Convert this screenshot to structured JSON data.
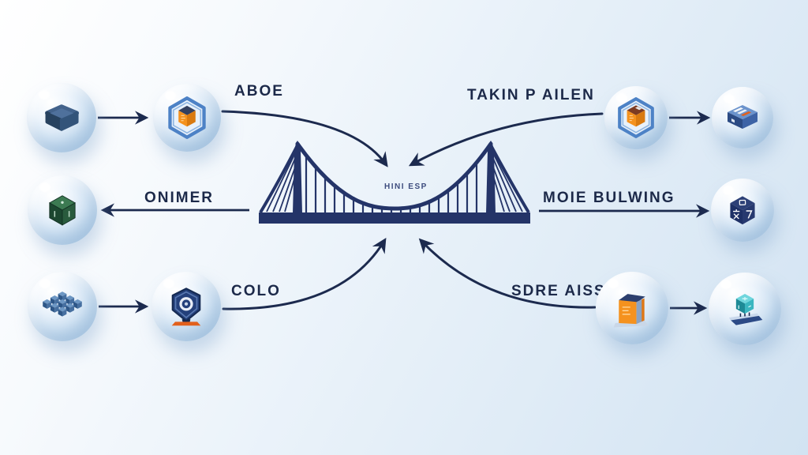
{
  "diagram": {
    "type": "flow-diagram",
    "center": {
      "symbol": "suspension-bridge",
      "label": "HINI ESP"
    },
    "labels": {
      "top_left": "ABOE",
      "top_right": "TAKIN P AILEN",
      "mid_left": "ONIMER",
      "mid_right": "MOIE BULWING",
      "bottom_left": "COLO",
      "bottom_right": "SDRE AISS"
    },
    "nodes": [
      {
        "id": "blue-box",
        "icon": "dark-blue-rounded-box-icon",
        "row": "top-left"
      },
      {
        "id": "orange-hex-box",
        "icon": "orange-cube-in-blue-hexagon-icon",
        "row": "top-left"
      },
      {
        "id": "orange-hex-package",
        "icon": "orange-package-in-blue-hexagon-icon",
        "row": "top-right"
      },
      {
        "id": "printer",
        "icon": "blue-printer-icon",
        "row": "top-right"
      },
      {
        "id": "green-cube",
        "icon": "green-cube-icon",
        "row": "middle-left"
      },
      {
        "id": "navy-glyph-cube",
        "icon": "navy-cube-with-glyphs-icon",
        "row": "middle-right"
      },
      {
        "id": "cube-cluster",
        "icon": "blue-cube-cluster-icon",
        "row": "bottom-left"
      },
      {
        "id": "hex-shield",
        "icon": "navy-hexagon-shield-icon",
        "row": "bottom-left"
      },
      {
        "id": "orange-lectern",
        "icon": "orange-lectern-icon",
        "row": "bottom-right"
      },
      {
        "id": "teal-chip",
        "icon": "teal-chip-on-book-icon",
        "row": "bottom-right"
      }
    ],
    "edges": [
      {
        "from": "blue-box",
        "to": "orange-hex-box",
        "style": "straight"
      },
      {
        "from": "orange-hex-box",
        "to": "bridge",
        "label": "ABOE",
        "style": "curved"
      },
      {
        "from": "orange-hex-package",
        "to": "bridge",
        "label": "TAKIN P AILEN",
        "style": "curved"
      },
      {
        "from": "orange-hex-package",
        "to": "printer",
        "style": "straight"
      },
      {
        "from": "bridge",
        "to": "green-cube",
        "label": "ONIMER",
        "style": "straight"
      },
      {
        "from": "bridge",
        "to": "navy-glyph-cube",
        "label": "MOIE BULWING",
        "style": "straight"
      },
      {
        "from": "cube-cluster",
        "to": "hex-shield",
        "style": "straight"
      },
      {
        "from": "hex-shield",
        "to": "bridge",
        "label": "COLO",
        "style": "curved"
      },
      {
        "from": "orange-lectern",
        "to": "bridge",
        "label": "SDRE AISS",
        "style": "curved"
      },
      {
        "from": "orange-lectern",
        "to": "teal-chip",
        "style": "straight"
      }
    ],
    "colors": {
      "navy": "#243468",
      "arrow": "#1c2a4e",
      "orange": "#f5921e",
      "orange_dark": "#e2601c",
      "green": "#2a5c3e",
      "teal": "#3ab6c0",
      "hex_blue": "#4d82c6",
      "background_start": "#ffffff",
      "background_end": "#d2e3f2"
    }
  }
}
